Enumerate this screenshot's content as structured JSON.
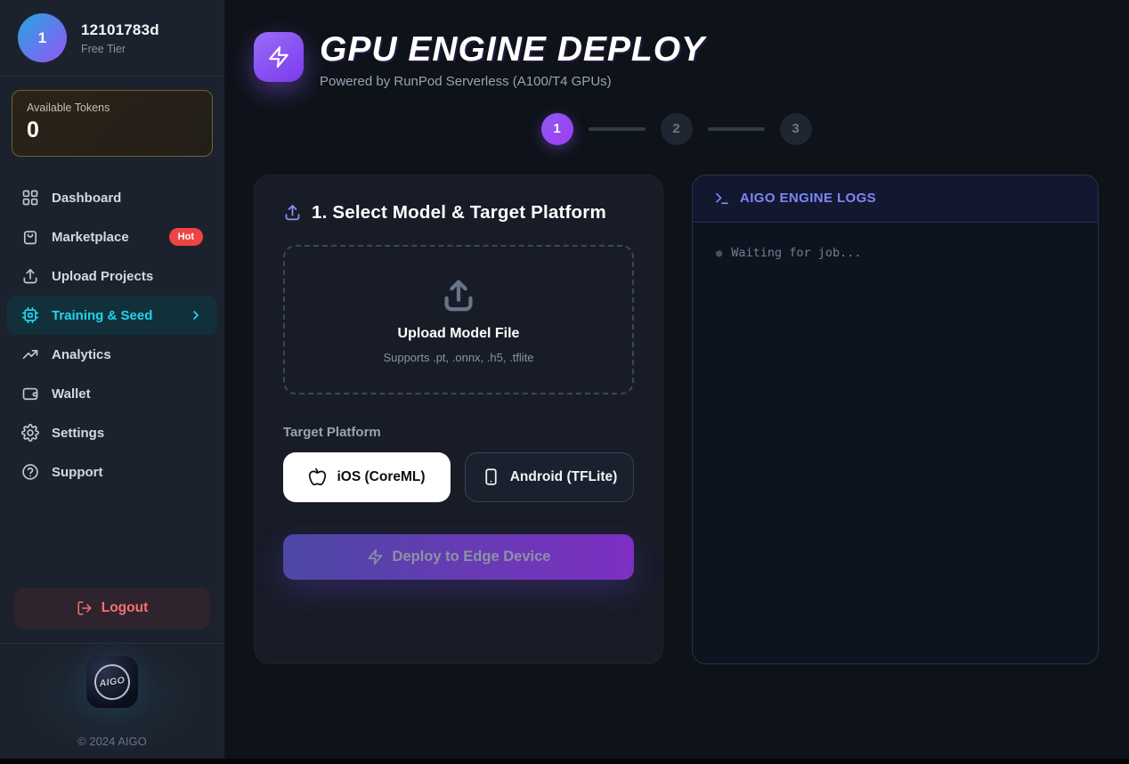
{
  "sidebar": {
    "user": {
      "initial": "1",
      "name": "12101783d",
      "tier": "Free Tier"
    },
    "tokens": {
      "label": "Available Tokens",
      "value": "0"
    },
    "nav": [
      {
        "label": "Dashboard",
        "icon": "dashboard-icon"
      },
      {
        "label": "Marketplace",
        "icon": "shopping-bag-icon",
        "badge": "Hot"
      },
      {
        "label": "Upload Projects",
        "icon": "upload-icon"
      },
      {
        "label": "Training & Seed",
        "icon": "chip-icon",
        "active": true
      },
      {
        "label": "Analytics",
        "icon": "trending-up-icon"
      },
      {
        "label": "Wallet",
        "icon": "wallet-icon"
      },
      {
        "label": "Settings",
        "icon": "gear-icon"
      },
      {
        "label": "Support",
        "icon": "help-icon"
      }
    ],
    "logout_label": "Logout",
    "logo_text": "AIGO",
    "copyright": "© 2024 AIGO"
  },
  "header": {
    "title": "GPU ENGINE DEPLOY",
    "subtitle": "Powered by RunPod Serverless (A100/T4 GPUs)"
  },
  "stepper": {
    "steps": [
      "1",
      "2",
      "3"
    ],
    "active_step": "1"
  },
  "deploy_card": {
    "heading": "1. Select Model & Target Platform",
    "upload": {
      "title": "Upload Model File",
      "hint": "Supports .pt, .onnx, .h5, .tflite"
    },
    "target_platform_label": "Target Platform",
    "platforms": [
      {
        "label": "iOS (CoreML)",
        "selected": true
      },
      {
        "label": "Android (TFLite)",
        "selected": false
      }
    ],
    "deploy_button_label": "Deploy to Edge Device"
  },
  "logs_panel": {
    "title": "AIGO ENGINE LOGS",
    "bullet": "●",
    "status": "Waiting for job..."
  },
  "colors": {
    "accent_purple": "#8b5cf6",
    "accent_cyan": "#22d3ee",
    "badge_red": "#ef4444",
    "logout_red": "#f87171",
    "logs_indigo": "#7d87f3",
    "token_border_amber": "#71602f",
    "sidebar_bg": "#1c222d",
    "page_bg": "#0e1219",
    "card_bg": "#171c27"
  }
}
